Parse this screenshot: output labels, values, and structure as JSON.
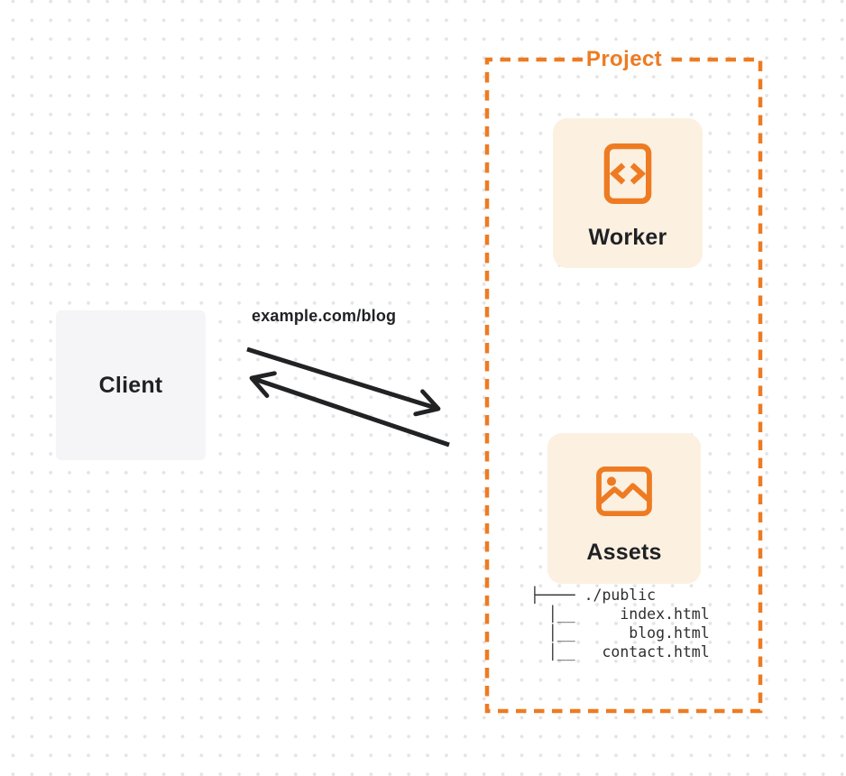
{
  "colors": {
    "orange": "#EE7B22",
    "cream": "#FCF0E1",
    "ink": "#1F2124",
    "arrow": "#212224",
    "client_bg": "#F5F5F7",
    "dot": "#E4E4E7",
    "tree_text": "#2E2F31"
  },
  "project": {
    "label": "Project"
  },
  "nodes": {
    "worker": {
      "label": "Worker",
      "icon": "code-document-icon"
    },
    "assets": {
      "label": "Assets",
      "icon": "image-icon"
    },
    "client": {
      "label": "Client"
    }
  },
  "request": {
    "label": "example.com/blog"
  },
  "file_tree": {
    "text": "├──── ./public\n  │__     index.html\n  │__      blog.html\n  │__   contact.html"
  }
}
